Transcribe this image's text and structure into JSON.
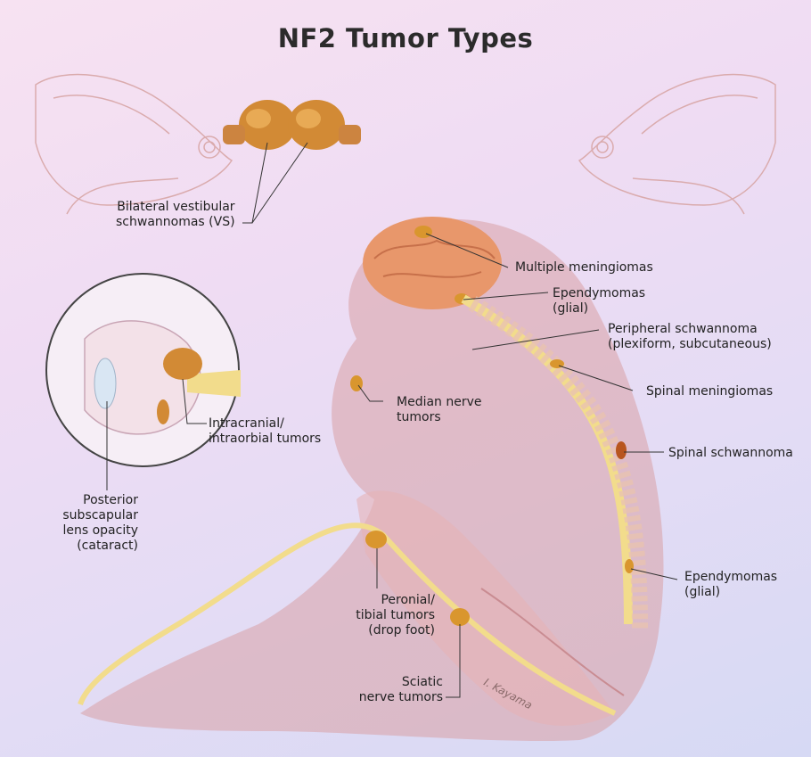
{
  "title": "NF2 Tumor Types",
  "labels": {
    "vs": [
      "Bilateral vestibular",
      "schwannomas (VS)"
    ],
    "meningiomas": [
      "Multiple meningiomas"
    ],
    "ependymomas_top": [
      "Ependymomas",
      "(glial)"
    ],
    "peripheral": [
      "Peripheral schwannoma",
      "(plexiform, subcutaneous)"
    ],
    "spinal_meningiomas": [
      "Spinal meningiomas"
    ],
    "median": [
      "Median nerve",
      "tumors"
    ],
    "intracranial": [
      "Intracranial/",
      "intraorbial tumors"
    ],
    "spinal_schwannoma": [
      "Spinal schwannoma"
    ],
    "cataract": [
      "Posterior",
      "subscapular",
      "lens opacity",
      "(cataract)"
    ],
    "ependymomas_bottom": [
      "Ependymomas",
      "(glial)"
    ],
    "peronial": [
      "Peronial/",
      "tibial tumors",
      "(drop foot)"
    ],
    "sciatic": [
      "Sciatic",
      "nerve tumors"
    ]
  },
  "signature": "I. Kayama",
  "colors": {
    "tumor": "#d9962e",
    "brain": "#e8976b",
    "body": "#d9a0a4",
    "nerve": "#f2dc8c",
    "leader": "#333333"
  }
}
